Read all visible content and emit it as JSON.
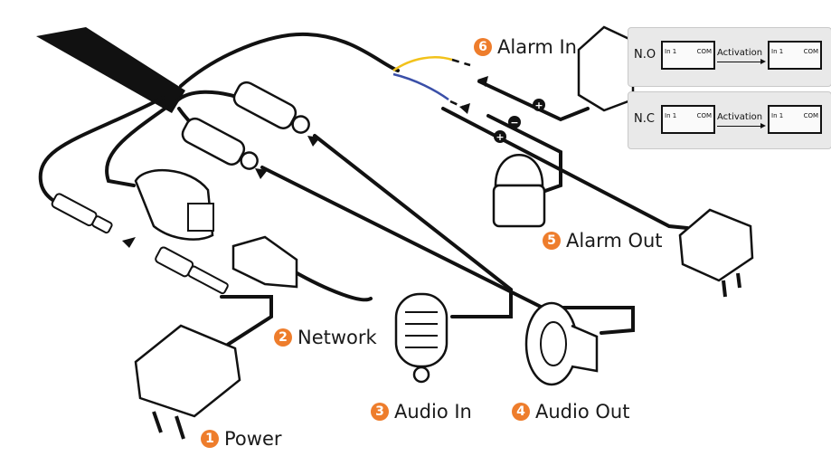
{
  "labels": {
    "power": {
      "num": "1",
      "text": "Power"
    },
    "network": {
      "num": "2",
      "text": "Network"
    },
    "audio_in": {
      "num": "3",
      "text": "Audio In"
    },
    "audio_out": {
      "num": "4",
      "text": "Audio Out"
    },
    "alarm_out": {
      "num": "5",
      "text": "Alarm Out"
    },
    "alarm_in": {
      "num": "6",
      "text": "Alarm In"
    }
  },
  "relay_panels": [
    {
      "mode": "N.O",
      "in_label": "In 1",
      "com_label": "COM",
      "activation": "Activation"
    },
    {
      "mode": "N.C",
      "in_label": "In 1",
      "com_label": "COM",
      "activation": "Activation"
    }
  ],
  "polarity": {
    "plus": "+",
    "minus": "−"
  },
  "colors": {
    "accent": "#ee7d2c",
    "wire": "#111111",
    "wire_yellow": "#f2c21b",
    "wire_blue": "#3a4fa8",
    "panel_bg": "#e9e9e9"
  }
}
